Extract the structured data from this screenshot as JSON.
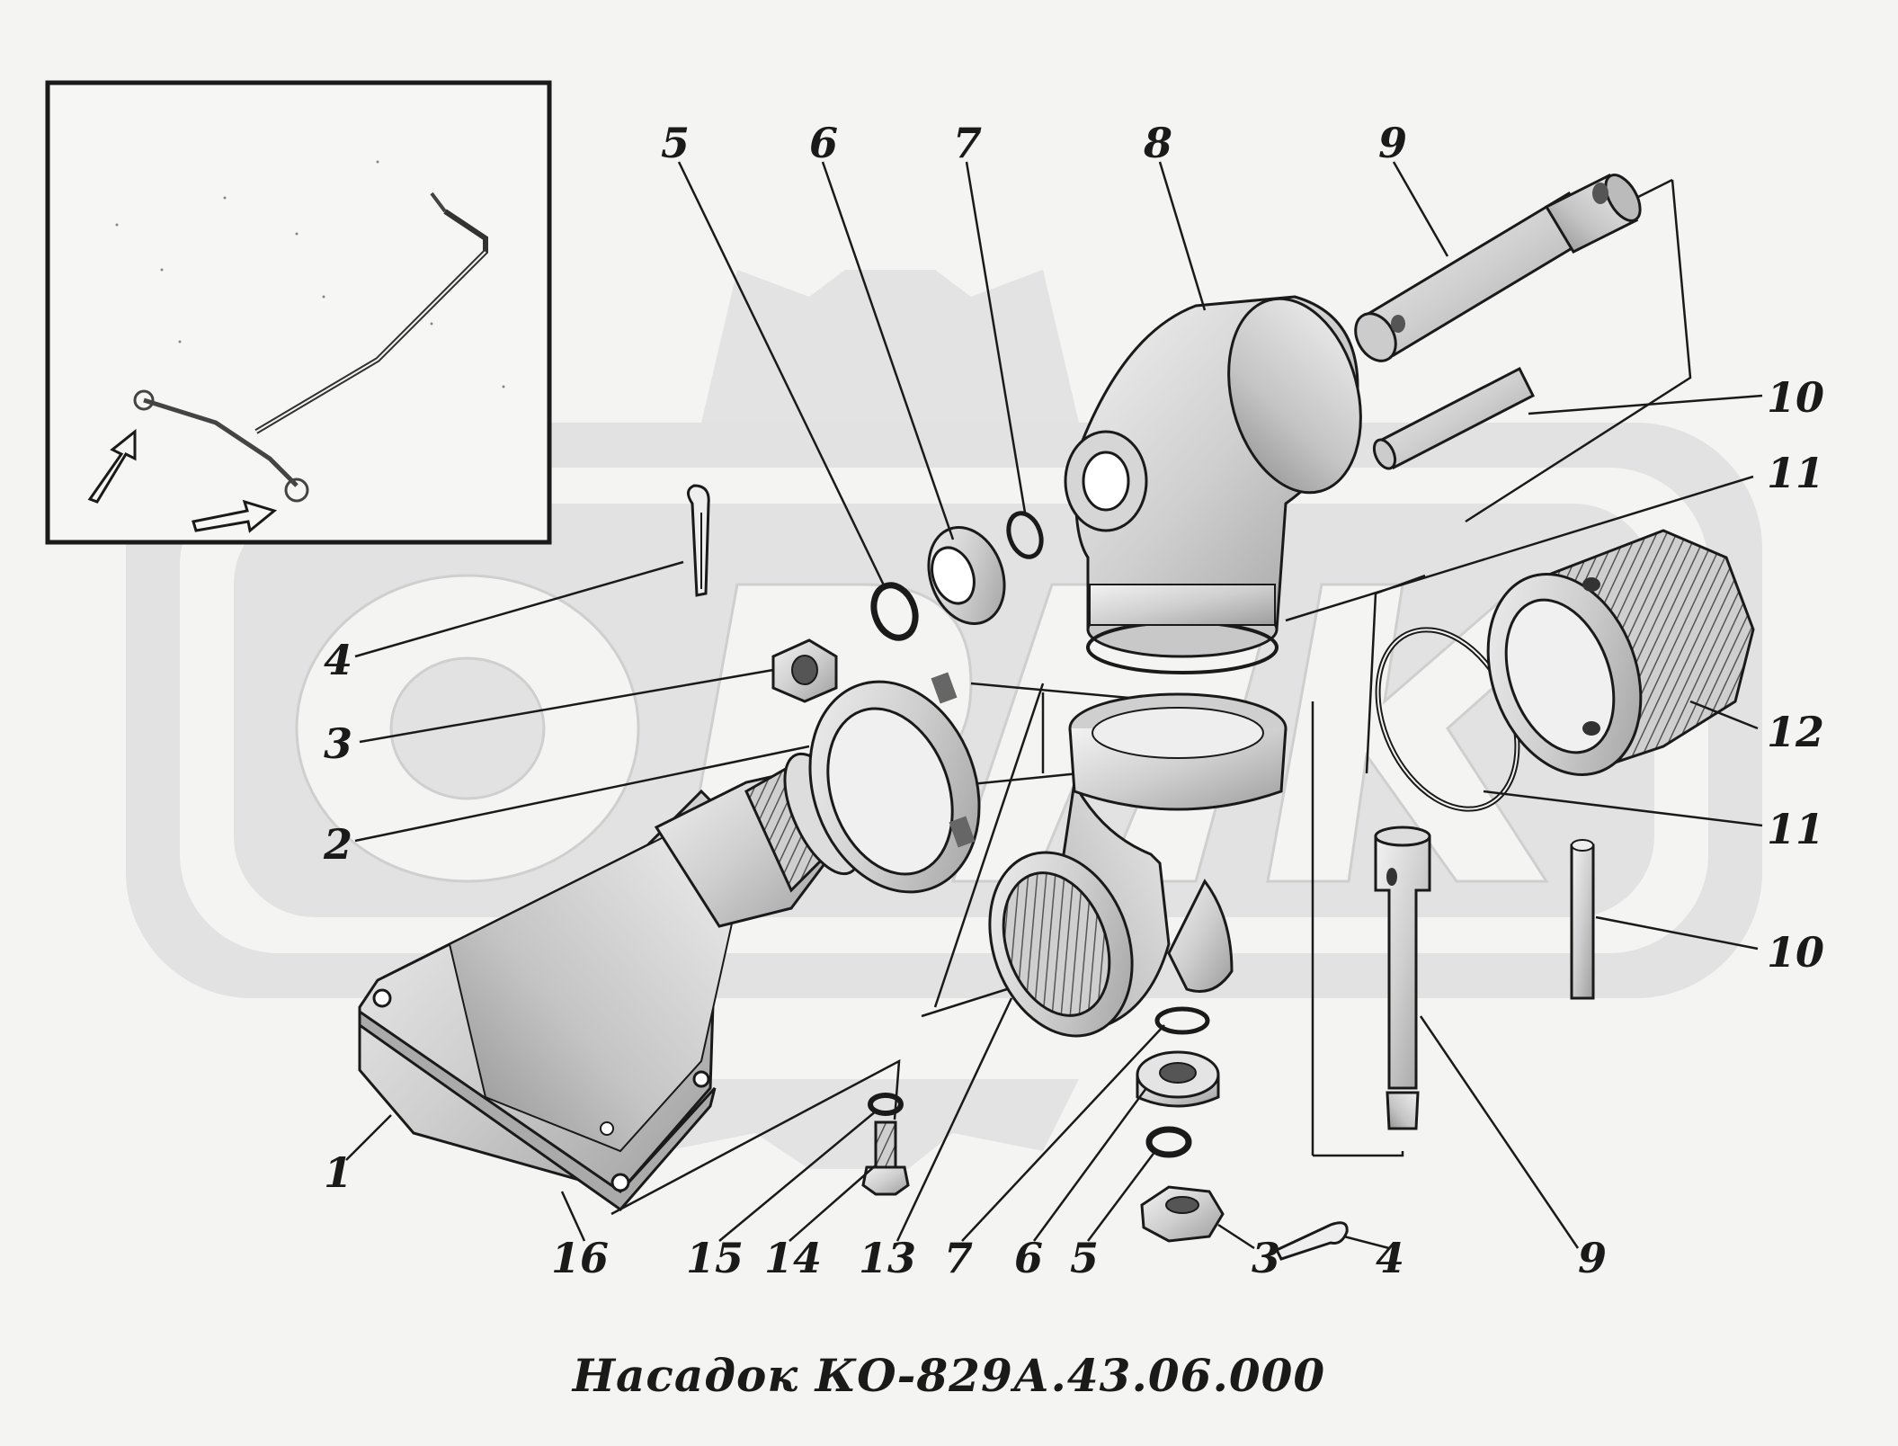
{
  "diagram": {
    "caption": "Насадок КО-829А.43.06.000",
    "callouts": [
      {
        "id": "c5-top",
        "text": "5"
      },
      {
        "id": "c6-top",
        "text": "6"
      },
      {
        "id": "c7-top",
        "text": "7"
      },
      {
        "id": "c8",
        "text": "8"
      },
      {
        "id": "c9-top",
        "text": "9"
      },
      {
        "id": "c10-top",
        "text": "10"
      },
      {
        "id": "c11-top",
        "text": "11"
      },
      {
        "id": "c4-left",
        "text": "4"
      },
      {
        "id": "c3-left",
        "text": "3"
      },
      {
        "id": "c2",
        "text": "2"
      },
      {
        "id": "c12",
        "text": "12"
      },
      {
        "id": "c11-bottom",
        "text": "11"
      },
      {
        "id": "c10-bottom",
        "text": "10"
      },
      {
        "id": "c1",
        "text": "1"
      },
      {
        "id": "c16",
        "text": "16"
      },
      {
        "id": "c15",
        "text": "15"
      },
      {
        "id": "c14",
        "text": "14"
      },
      {
        "id": "c13",
        "text": "13"
      },
      {
        "id": "c7-bottom",
        "text": "7"
      },
      {
        "id": "c6-bottom",
        "text": "6"
      },
      {
        "id": "c5-bottom",
        "text": "5"
      },
      {
        "id": "c3-bottom",
        "text": "3"
      },
      {
        "id": "c4-bottom",
        "text": "4"
      },
      {
        "id": "c9-bottom",
        "text": "9"
      }
    ]
  },
  "colors": {
    "ink": "#1a1a1a",
    "watermark": "#d9d9d9",
    "part_fill": "#e2e2e2",
    "part_shade": "#bdbdbd",
    "paper": "#f4f4f3"
  }
}
